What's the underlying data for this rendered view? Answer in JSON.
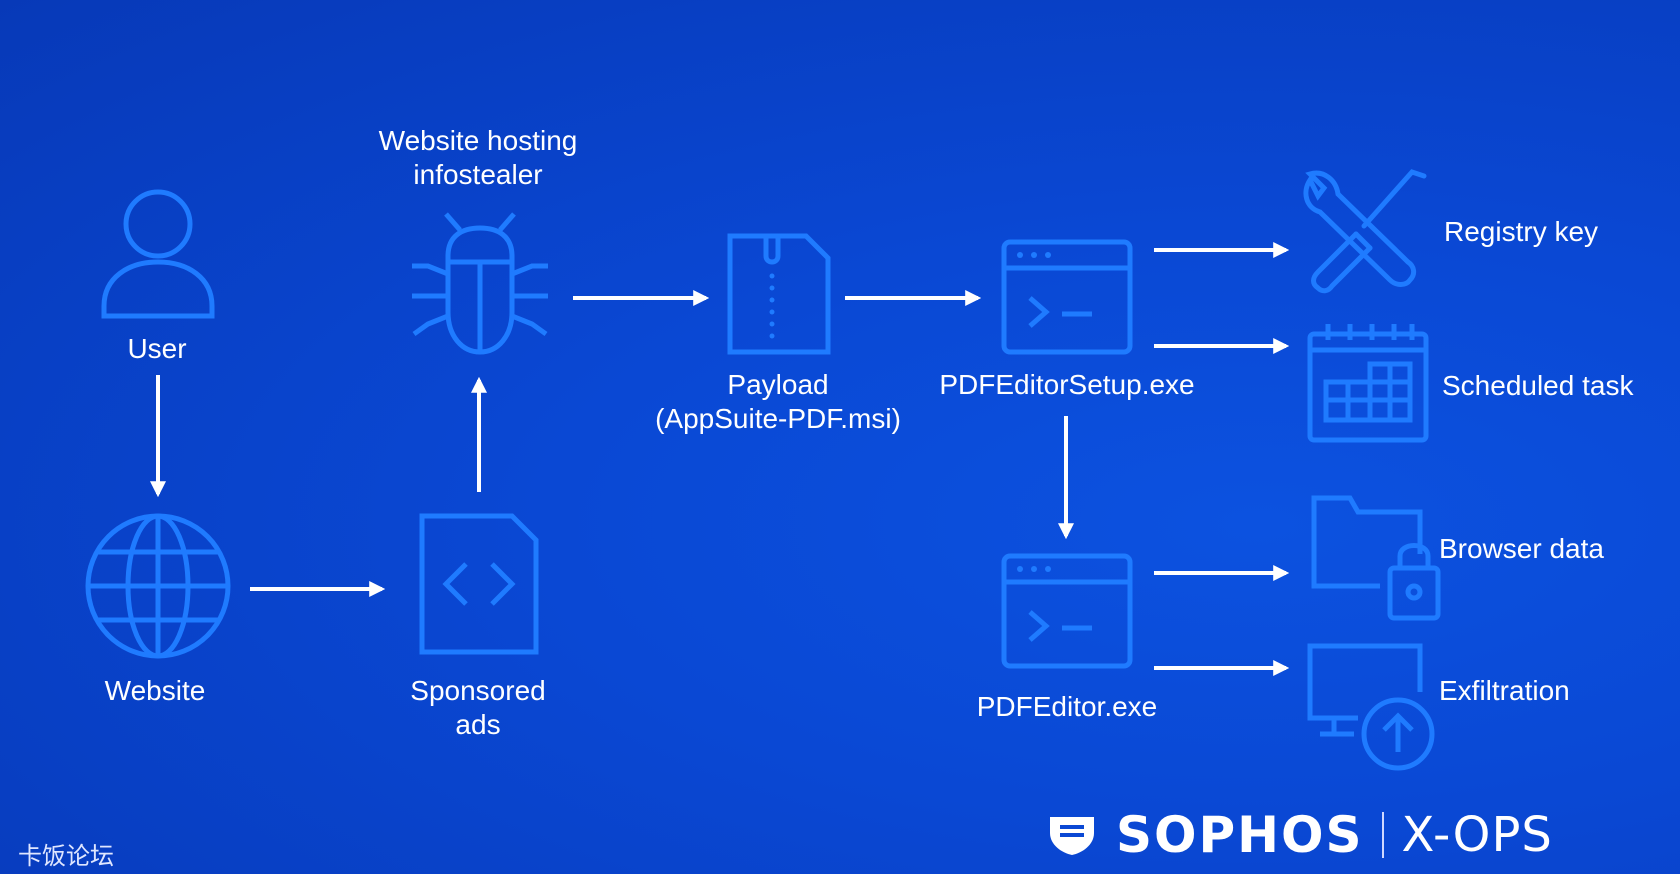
{
  "nodes": {
    "user": "User",
    "website": "Website",
    "sponsored_ads_line1": "Sponsored",
    "sponsored_ads_line2": "ads",
    "hosting_line1": "Website hosting",
    "hosting_line2": "infostealer",
    "payload_line1": "Payload",
    "payload_line2": "(AppSuite-PDF.msi)",
    "setup": "PDFEditorSetup.exe",
    "editor": "PDFEditor.exe",
    "registry": "Registry key",
    "scheduled": "Scheduled task",
    "browser": "Browser data",
    "exfil": "Exfiltration"
  },
  "brand": {
    "name": "SOPHOS",
    "sub": "X-OPS"
  },
  "watermark": "卡饭论坛",
  "colors": {
    "background": "#0a48d4",
    "icon": "#1f7bff",
    "arrow": "#ffffff"
  },
  "icons": [
    "user-icon",
    "globe-icon",
    "code-file-icon",
    "bug-icon",
    "zip-file-icon",
    "terminal-window-icon",
    "tools-icon",
    "calendar-icon",
    "locked-folder-icon",
    "upload-monitor-icon"
  ]
}
